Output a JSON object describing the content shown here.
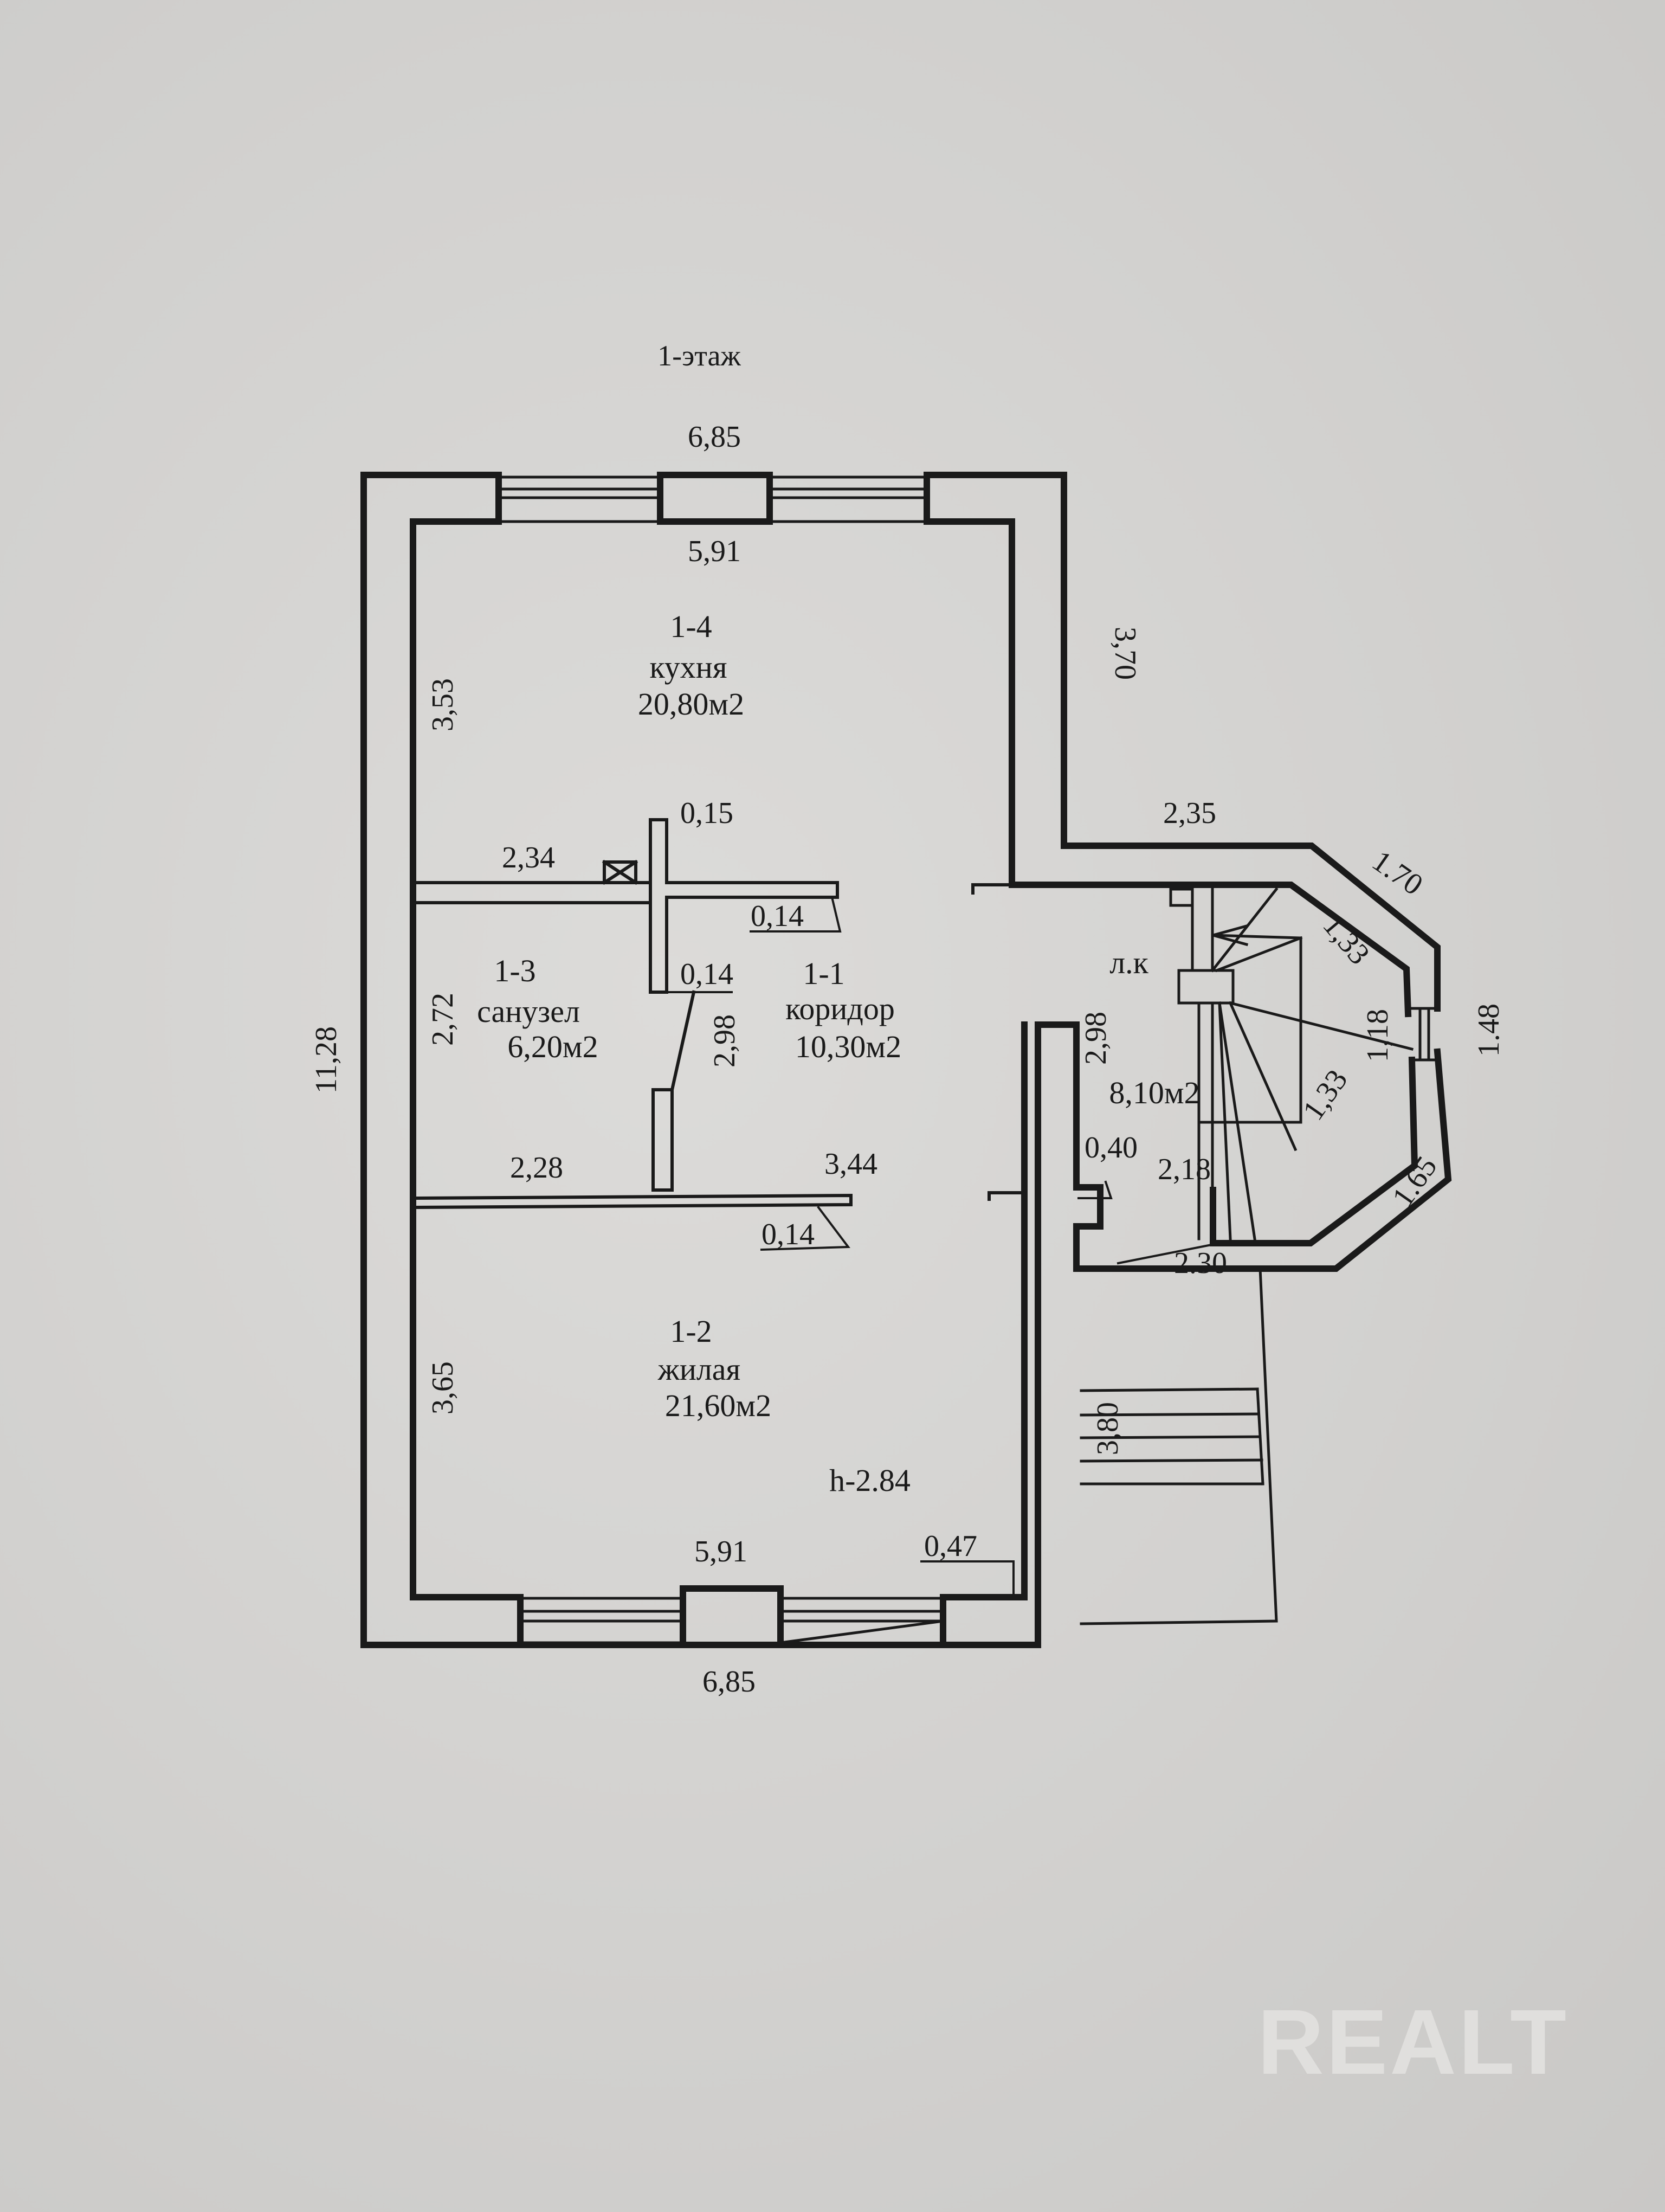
{
  "title": "1-этаж",
  "ceiling_height": "h-2.84",
  "rooms": [
    {
      "id": "1-4",
      "name": "кухня",
      "area": "20,80м2"
    },
    {
      "id": "1-3",
      "name": "санузел",
      "area": "6,20м2"
    },
    {
      "id": "1-1",
      "name": "коридор",
      "area": "10,30м2"
    },
    {
      "id": "1-2",
      "name": "жилая",
      "area": "21,60м2"
    },
    {
      "id": "",
      "name": "л.к",
      "area": "8,10м2"
    }
  ],
  "dimensions": {
    "top_outer": "6,85",
    "top_inner": "5,91",
    "bottom_inner": "5,91",
    "bottom_outer": "6,85",
    "left_total": "11,28",
    "kitchen_left": "3,53",
    "kitchen_right": "3,70",
    "wc_left": "2,72",
    "living_left": "3,65",
    "wc_top": "2,34",
    "wc_bottom": "2,28",
    "corridor_bottom": "3,44",
    "corridor_height": "2,98",
    "partition_1": "0,15",
    "partition_2": "0,14",
    "partition_3": "0,14",
    "partition_4": "0,14",
    "bay_top": "2,35",
    "bay_diag_top": "1.70",
    "bay_side": "1.48",
    "bay_diag_bottom": "1.65",
    "stair_diag_1": "1,33",
    "stair_side": "1,18",
    "stair_diag_2": "1,33",
    "stair_height": "2,98",
    "stair_bottom": "2,18",
    "niche": "0,40",
    "porch_width": "2.30",
    "porch_length": "3,80",
    "window_side": "0,47"
  },
  "watermark": "REALT",
  "colors": {
    "paper": "#d4d3d1",
    "ink": "#1a1a1a",
    "watermark": "#e0dfdd"
  }
}
